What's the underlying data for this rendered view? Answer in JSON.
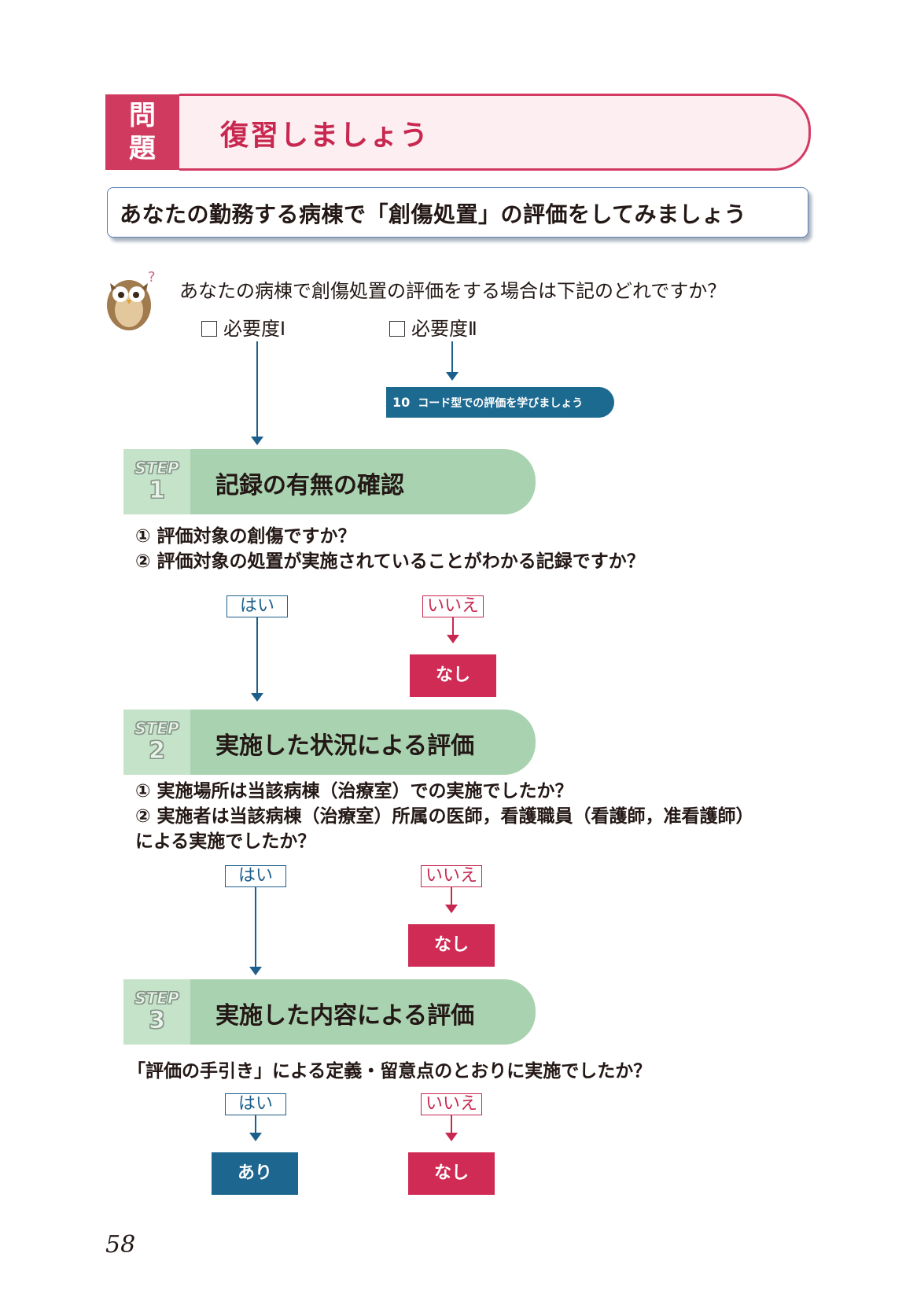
{
  "header": {
    "tag_line1": "問",
    "tag_line2": "題",
    "title": "復習しましょう"
  },
  "subtitle": "あなたの勤務する病棟で「創傷処置」の評価をしてみましょう",
  "question": "あなたの病棟で創傷処置の評価をする場合は下記のどれですか？",
  "options": {
    "opt1": "必要度Ⅰ",
    "opt2": "必要度Ⅱ"
  },
  "code_link": {
    "num": "10",
    "text": "コード型での評価を学びましょう"
  },
  "steps": [
    {
      "label": "STEP",
      "num": "1",
      "title": "記録の有無の確認",
      "criteria": [
        "① 評価対象の創傷ですか？",
        "② 評価対象の処置が実施されていることがわかる記録ですか？"
      ]
    },
    {
      "label": "STEP",
      "num": "2",
      "title": "実施した状況による評価",
      "criteria": [
        "① 実施場所は当該病棟（治療室）での実施でしたか？",
        "② 実施者は当該病棟（治療室）所属の医師，看護職員（看護師，准看護師）",
        "による実施でしたか？"
      ]
    },
    {
      "label": "STEP",
      "num": "3",
      "title": "実施した内容による評価",
      "criteria": [
        "「評価の手引き」による定義・留意点のとおりに実施でしたか？"
      ]
    }
  ],
  "answers": {
    "yes": "はい",
    "no": "いいえ"
  },
  "results": {
    "none": "なし",
    "present": "あり"
  },
  "page_number": "58"
}
